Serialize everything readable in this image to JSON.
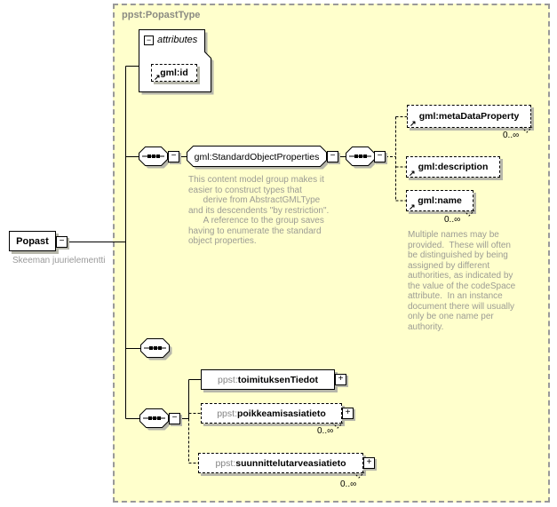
{
  "type_container": {
    "label": "ppst:PopastType"
  },
  "root_element": {
    "label": "Popast",
    "caption": "Skeeman juurielementti"
  },
  "attributes_group": {
    "label": "attributes",
    "gml_id": {
      "label": "gml:id"
    }
  },
  "standard_group": {
    "label": "gml:StandardObjectProperties",
    "annotation": "This content model group makes it\neasier to construct types that\n      derive from AbstractGMLType\nand its descendents \"by restriction\".\n      A reference to the group saves\nhaving to enumerate the standard\nobject properties."
  },
  "gml_elements": {
    "meta_data_property": {
      "label": "gml:metaDataProperty",
      "occurs": "0..∞"
    },
    "description": {
      "label": "gml:description"
    },
    "name": {
      "label": "gml:name",
      "occurs": "0..∞",
      "annotation": "Multiple names may be\nprovided.  These will often\nbe distinguished by being\nassigned by different\nauthorities, as indicated by\nthe value of the codeSpace\nattribute.  In an instance\ndocument there will usually\nonly be one name per\nauthority."
    }
  },
  "ppst_elements": {
    "toimituksen_tiedot": {
      "prefix": "ppst:",
      "name": "toimituksenTiedot"
    },
    "poikkeamisasiatieto": {
      "prefix": "ppst:",
      "name": "poikkeamisasiatieto",
      "occurs": "0..∞"
    },
    "suunnittelutarveasiatieto": {
      "prefix": "ppst:",
      "name": "suunnittelutarveasiatieto",
      "occurs": "0..∞"
    }
  },
  "icons": {
    "collapse_glyph": "−",
    "expand_glyph": "+",
    "reference_arrow_glyph": "↗"
  },
  "colors": {
    "container_fill": "#ffffcc",
    "container_border": "#999999",
    "box_border": "#000000",
    "box_fill": "#ffffff",
    "shadow": "#b6b6aa",
    "muted_text": "#9c9c94",
    "namespace_prefix_text": "#848484",
    "type_label_text": "#8a8a82"
  }
}
